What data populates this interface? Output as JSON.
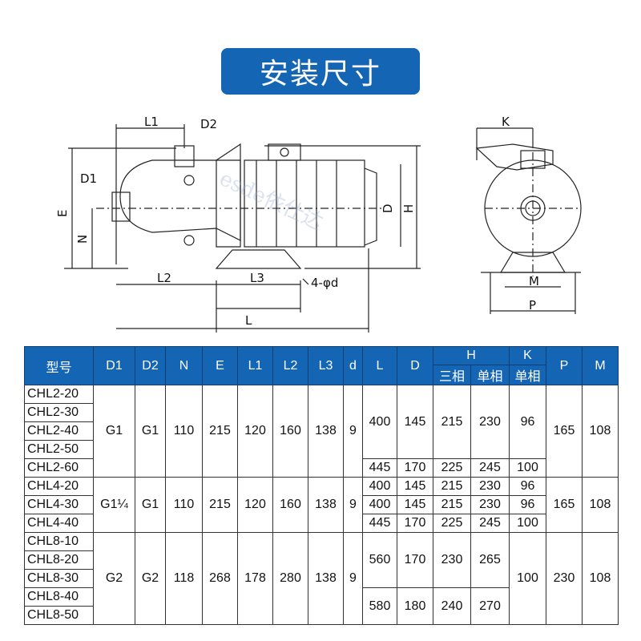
{
  "title": "安装尺寸",
  "watermark": "esde依仕达",
  "drawing_labels": {
    "L1": "L1",
    "D2": "D2",
    "D1": "D1",
    "E": "E",
    "N": "N",
    "L2": "L2",
    "L3": "L3",
    "hole": "4-φd",
    "L": "L",
    "D": "D",
    "H": "H",
    "K": "K",
    "M": "M",
    "P": "P"
  },
  "table": {
    "headers": {
      "model": "型号",
      "D1": "D1",
      "D2": "D2",
      "N": "N",
      "E": "E",
      "L1": "L1",
      "L2": "L2",
      "L3": "L3",
      "d": "d",
      "L": "L",
      "D": "D",
      "H": "H",
      "H_three": "三相",
      "H_single": "单相",
      "K": "K",
      "K_single": "单相",
      "P": "P",
      "M": "M"
    },
    "groups": [
      {
        "models": [
          "CHL2-20",
          "CHL2-30",
          "CHL2-40",
          "CHL2-50",
          "CHL2-60"
        ],
        "D1": "G1",
        "D2": "G1",
        "N": "110",
        "E": "215",
        "L1": "120",
        "L2": "160",
        "L3": "138",
        "d": "9",
        "P": "165",
        "M": "108"
      },
      {
        "models": [
          "CHL4-20",
          "CHL4-30",
          "CHL4-40"
        ],
        "D1": "G1¼",
        "D2": "G1",
        "N": "110",
        "E": "215",
        "L1": "120",
        "L2": "160",
        "L3": "138",
        "d": "9",
        "P": "165",
        "M": "108"
      },
      {
        "models": [
          "CHL8-10",
          "CHL8-20",
          "CHL8-30",
          "CHL8-40",
          "CHL8-50"
        ],
        "D1": "G2",
        "D2": "G2",
        "N": "118",
        "E": "268",
        "L1": "178",
        "L2": "280",
        "L3": "138",
        "d": "9",
        "P": "230",
        "M": "108"
      }
    ],
    "chl2_a": {
      "L": "400",
      "D": "145",
      "H3": "215",
      "H1": "230",
      "K": "96"
    },
    "chl2_b": {
      "L": "445",
      "D": "170",
      "H3": "225",
      "H1": "245",
      "K": "100"
    },
    "chl4_rows": [
      {
        "L": "400",
        "D": "145",
        "H3": "215",
        "H1": "230",
        "K": "96"
      },
      {
        "L": "400",
        "D": "145",
        "H3": "215",
        "H1": "230",
        "K": "96"
      },
      {
        "L": "445",
        "D": "170",
        "H3": "225",
        "H1": "245",
        "K": "100"
      }
    ],
    "chl8_a": {
      "L": "560",
      "D": "170",
      "H3": "230",
      "H1": "265"
    },
    "chl8_b": {
      "L": "580",
      "D": "180",
      "H3": "240",
      "H1": "270"
    },
    "chl8_K": "100"
  }
}
